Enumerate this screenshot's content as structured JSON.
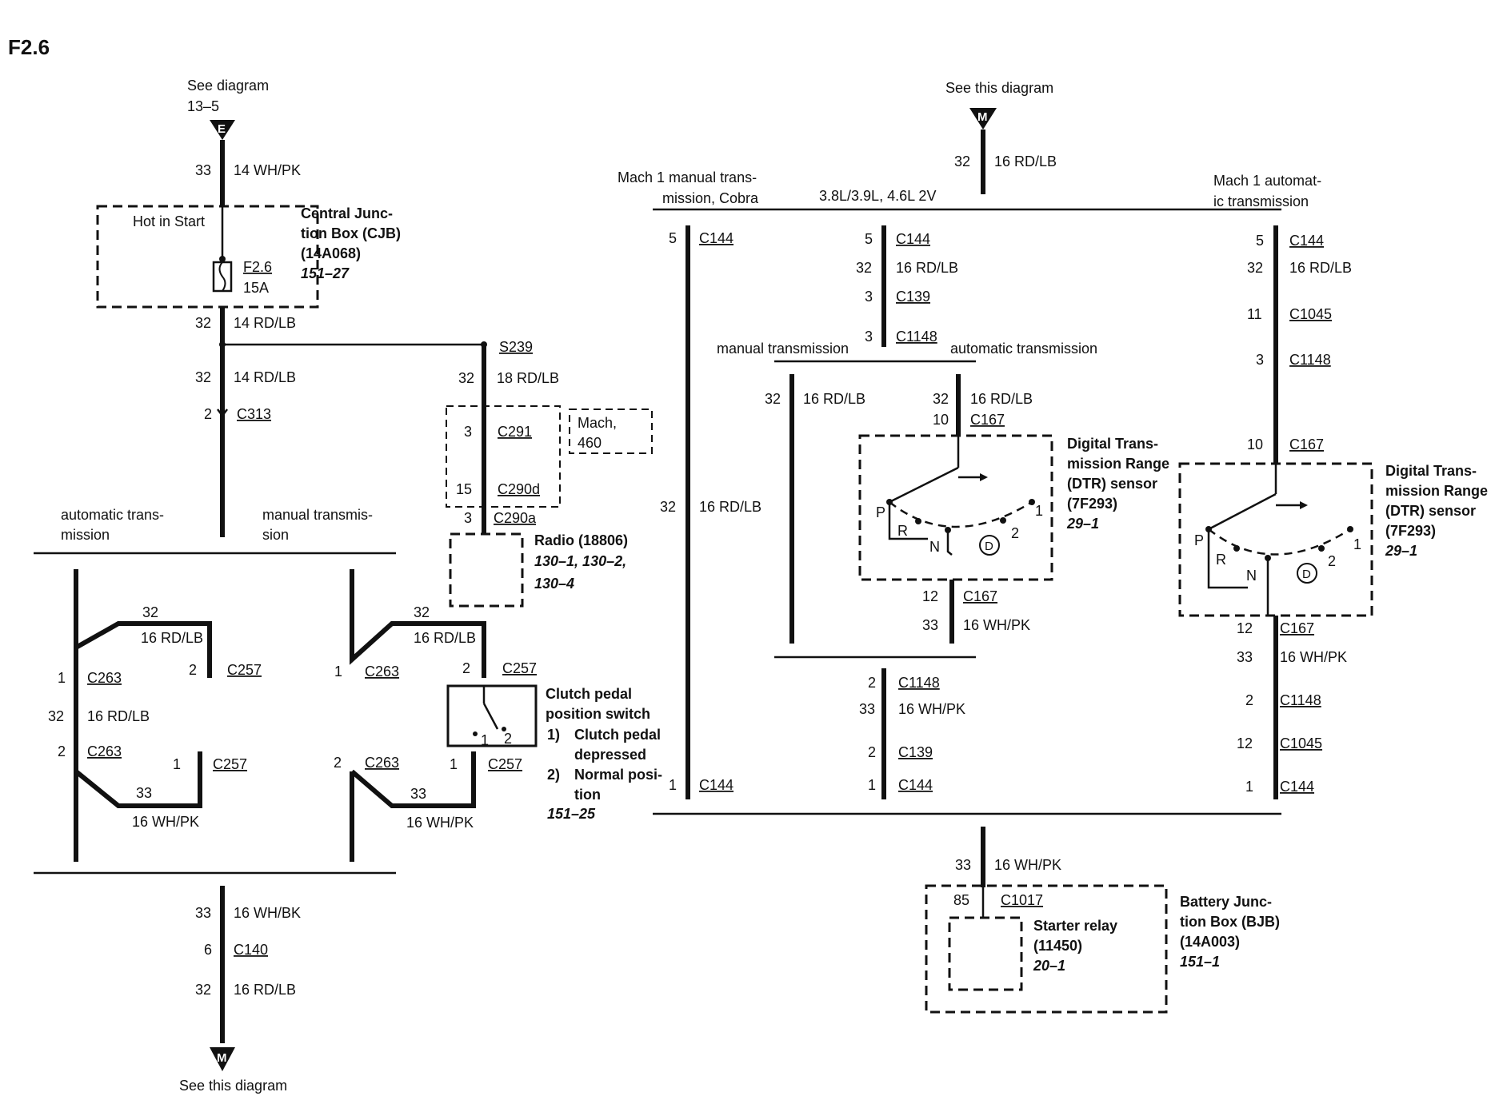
{
  "title": "F2.6",
  "refs": {
    "top_left": {
      "line1": "See diagram",
      "line2": "13–5",
      "letter": "E"
    },
    "top_right": {
      "line1": "See this diagram",
      "letter": "M"
    },
    "bottom_left": {
      "line1": "See this diagram",
      "letter": "M"
    }
  },
  "left_feed": [
    {
      "pin": "33",
      "wire": "14 WH/PK"
    },
    {
      "pin": "32",
      "wire": "14 RD/LB"
    },
    {
      "pin": "32",
      "wire": "14 RD/LB"
    },
    {
      "pin": "2",
      "conn": "C313"
    }
  ],
  "cjb": {
    "hot": "Hot in Start",
    "fuse": "F2.6",
    "amps": "15A",
    "name1": "Central Junc-",
    "name2": "tion Box (CJB)",
    "name3": "(14A068)",
    "ref": "151–27"
  },
  "radio_branch": {
    "splice": "S239",
    "pin1": "32",
    "wire1": "18 RD/LB",
    "c291_pin": "3",
    "c291": "C291",
    "c290d_pin": "15",
    "c290d": "C290d",
    "c290a_pin": "3",
    "c290a": "C290a",
    "mach1": "Mach,",
    "mach2": "460",
    "radio1": "Radio (18806)",
    "radio2": "130–1, 130–2,",
    "radio3": "130–4"
  },
  "clutch_section": {
    "auto1": "automatic trans-",
    "auto2": "mission",
    "man1": "manual transmis-",
    "man2": "sion",
    "a_32": "32",
    "a_rdlb": "16 RD/LB",
    "a_2": "2",
    "a_c257_top": "C257",
    "a_1": "1",
    "a_c263_top": "C263",
    "a_32b": "32",
    "a_rdlb2": "16 RD/LB",
    "a_2b": "2",
    "a_c263_bot": "C263",
    "a_1b": "1",
    "a_c257_bot": "C257",
    "a_33": "33",
    "a_whpk": "16 WH/PK",
    "m_32": "32",
    "m_rdlb": "16 RD/LB",
    "m_2": "2",
    "m_c257_top": "C257",
    "m_1": "1",
    "m_c263_top": "C263",
    "m_2b": "2",
    "m_c263_bot": "C263",
    "m_1b": "1",
    "m_c257_bot": "C257",
    "m_33": "33",
    "m_whpk": "16 WH/PK",
    "sw1": "1",
    "sw2": "2",
    "switch1": "Clutch pedal",
    "switch2": "position switch",
    "n1": "1)",
    "n1a": "Clutch pedal",
    "n1b": "depressed",
    "n2": "2)",
    "n2a": "Normal posi-",
    "n2b": "tion",
    "switch_ref": "151–25"
  },
  "bottom_left": [
    {
      "pin": "33",
      "wire": "16 WH/BK"
    },
    {
      "pin": "6",
      "conn": "C140"
    },
    {
      "pin": "32",
      "wire": "16 RD/LB"
    }
  ],
  "right_top": {
    "pin": "32",
    "wire": "16 RD/LB"
  },
  "variants": {
    "mach1_man1": "Mach 1 manual trans-",
    "mach1_man2": "mission, Cobra",
    "std": "3.8L/3.9L, 4.6L 2V",
    "mach1_auto1": "Mach 1 automat-",
    "mach1_auto2": "ic transmission"
  },
  "col_a": [
    {
      "pin": "5",
      "conn": "C144"
    },
    {
      "pin": "32",
      "wire": "16 RD/LB"
    },
    {
      "pin": "1",
      "conn": "C144"
    }
  ],
  "col_b": {
    "p5": "5",
    "c144": "C144",
    "p32": "32",
    "rdlb": "16 RD/LB",
    "p3": "3",
    "c139": "C139",
    "p3b": "3",
    "c1148": "C1148",
    "man": "manual transmission",
    "auto": "automatic transmission",
    "man_pin": "32",
    "man_wire": "16 RD/LB",
    "dtr_pin": "32",
    "dtr_wire": "16 RD/LB",
    "dtr_p10": "10",
    "dtr_c167": "C167",
    "dtr_p12": "12",
    "dtr_c167b": "C167",
    "dtr_p33": "33",
    "dtr_whpk": "16 WH/PK",
    "b_p2": "2",
    "b_c1148": "C1148",
    "b_p33": "33",
    "b_whpk": "16 WH/PK",
    "b_p2b": "2",
    "b_c139": "C139",
    "b_p1": "1",
    "b_c144": "C144"
  },
  "col_c": {
    "p5": "5",
    "c144": "C144",
    "p32": "32",
    "rdlb": "16 RD/LB",
    "p11": "11",
    "c1045": "C1045",
    "p3": "3",
    "c1148": "C1148",
    "p10": "10",
    "c167": "C167",
    "p12": "12",
    "c167b": "C167",
    "p33": "33",
    "whpk": "16 WH/PK",
    "p2": "2",
    "c1148b": "C1148",
    "p12b": "12",
    "c1045b": "C1045",
    "p1": "1",
    "c144b": "C144"
  },
  "dtr": {
    "name1": "Digital Trans-",
    "name2": "mission Range",
    "name3": "(DTR) sensor",
    "name4": "(7F293)",
    "ref": "29–1",
    "P": "P",
    "R": "R",
    "N": "N",
    "D": "D",
    "two": "2",
    "one": "1"
  },
  "bjb": {
    "pin": "33",
    "wire": "16 WH/PK",
    "p85": "85",
    "c1017": "C1017",
    "relay1": "Starter relay",
    "relay2": "(11450)",
    "relay_ref": "20–1",
    "name1": "Battery Junc-",
    "name2": "tion Box (BJB)",
    "name3": "(14A003)",
    "ref": "151–1"
  }
}
